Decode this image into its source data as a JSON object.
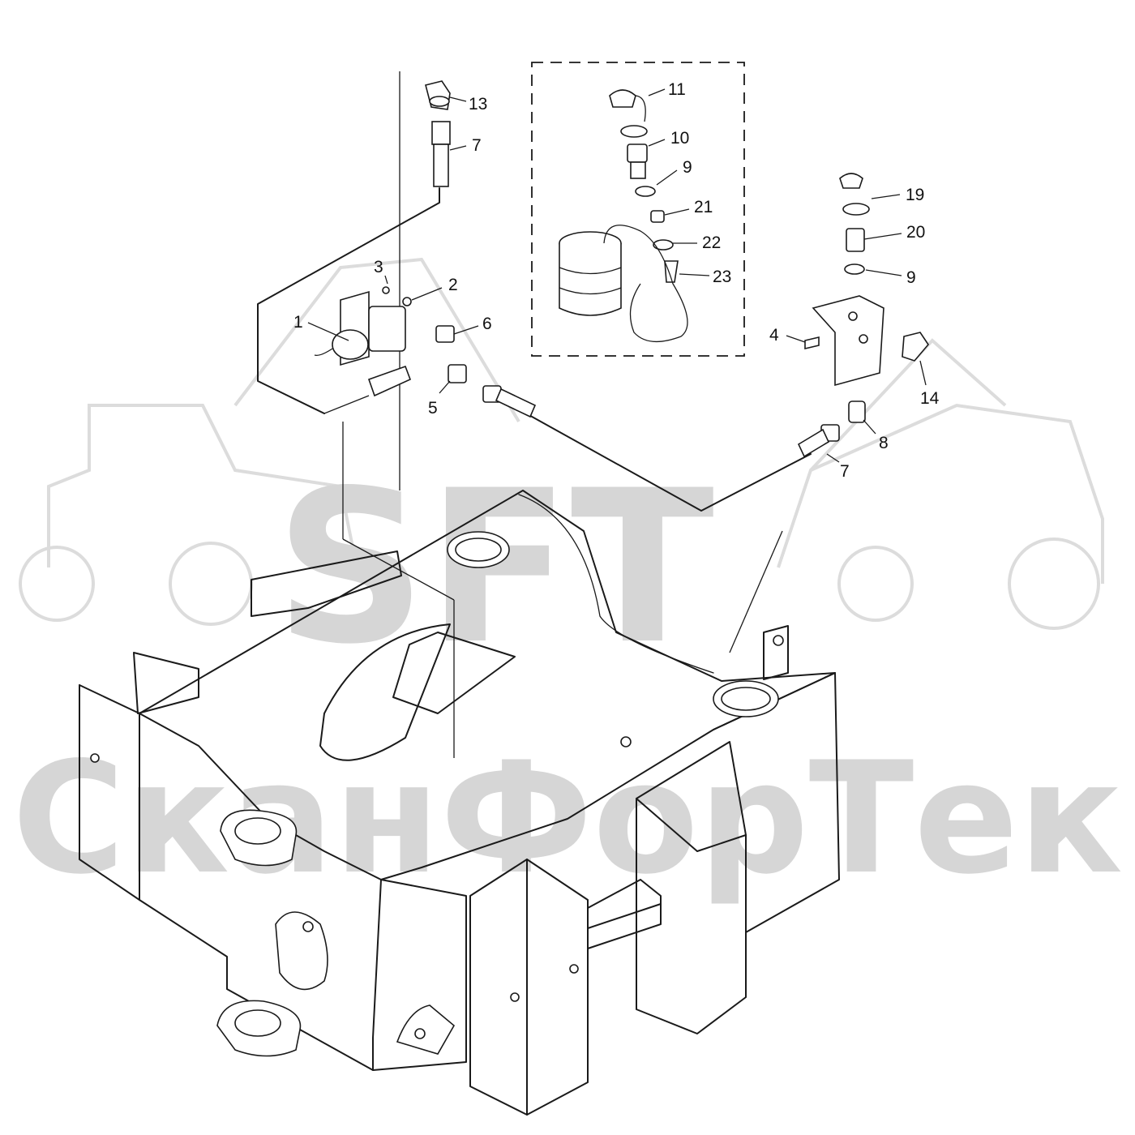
{
  "watermark": {
    "brand": "SFT",
    "company": "СканФорТек",
    "color": "#d6d6d6"
  },
  "callouts": [
    {
      "id": "c1",
      "label": "1"
    },
    {
      "id": "c2",
      "label": "2"
    },
    {
      "id": "c3",
      "label": "3"
    },
    {
      "id": "c4",
      "label": "4"
    },
    {
      "id": "c5",
      "label": "5"
    },
    {
      "id": "c6",
      "label": "6"
    },
    {
      "id": "c7a",
      "label": "7"
    },
    {
      "id": "c7b",
      "label": "7"
    },
    {
      "id": "c8",
      "label": "8"
    },
    {
      "id": "c9a",
      "label": "9"
    },
    {
      "id": "c9b",
      "label": "9"
    },
    {
      "id": "c10",
      "label": "10"
    },
    {
      "id": "c11",
      "label": "11"
    },
    {
      "id": "c13",
      "label": "13"
    },
    {
      "id": "c14",
      "label": "14"
    },
    {
      "id": "c19",
      "label": "19"
    },
    {
      "id": "c20",
      "label": "20"
    },
    {
      "id": "c21",
      "label": "21"
    },
    {
      "id": "c22",
      "label": "22"
    },
    {
      "id": "c23",
      "label": "23"
    }
  ],
  "colors": {
    "line": "#1a1a1a",
    "background": "#ffffff"
  }
}
